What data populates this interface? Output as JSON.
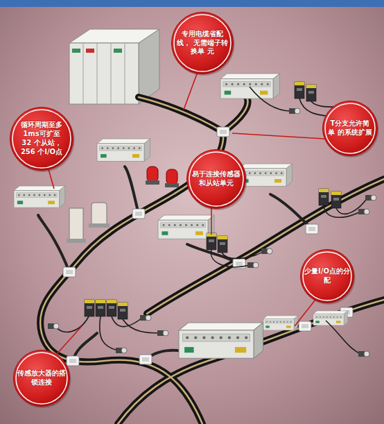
{
  "diagram": {
    "nodes": [
      {
        "text": [
          "专用电缆省配线， 无需端子转换单 元"
        ]
      },
      {
        "text": [
          "T分支允许简单 的系统扩展"
        ]
      },
      {
        "text": [
          "循环周期至多 1ms可扩至32 个从站，256 个I/O点"
        ]
      },
      {
        "text": [
          "易于连接传感器 和从站单元"
        ]
      },
      {
        "text": [
          "少量I/O点的分 配"
        ]
      },
      {
        "text": [
          "传感放大器的搭 锁连接"
        ]
      }
    ]
  }
}
